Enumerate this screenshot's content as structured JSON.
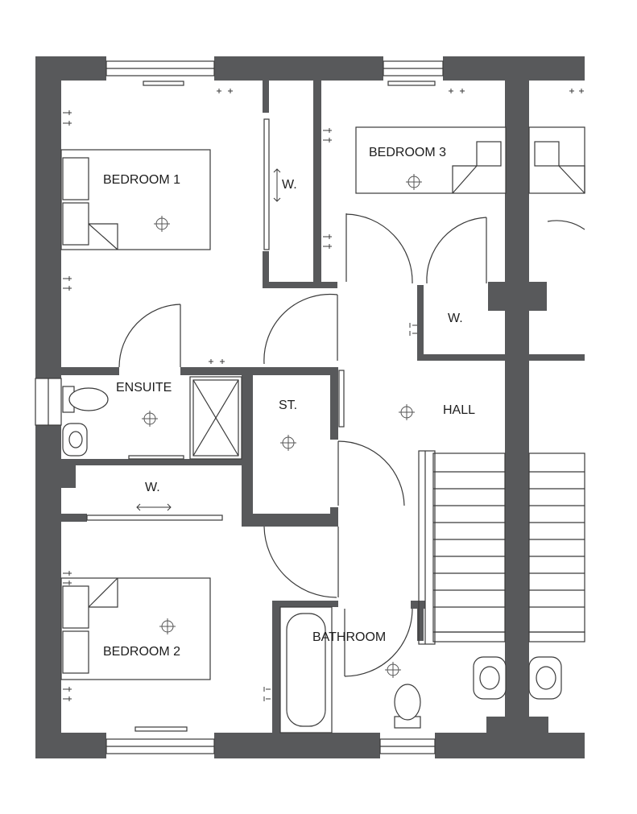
{
  "rooms": {
    "bedroom1": "BEDROOM 1",
    "bedroom2": "BEDROOM 2",
    "bedroom3": "BEDROOM 3",
    "ensuite": "ENSUITE",
    "store": "ST.",
    "hall": "HALL",
    "bathroom": "BATHROOM",
    "wardrobe_bed1": "W.",
    "wardrobe_hall": "W.",
    "wardrobe_bed2": "W."
  }
}
